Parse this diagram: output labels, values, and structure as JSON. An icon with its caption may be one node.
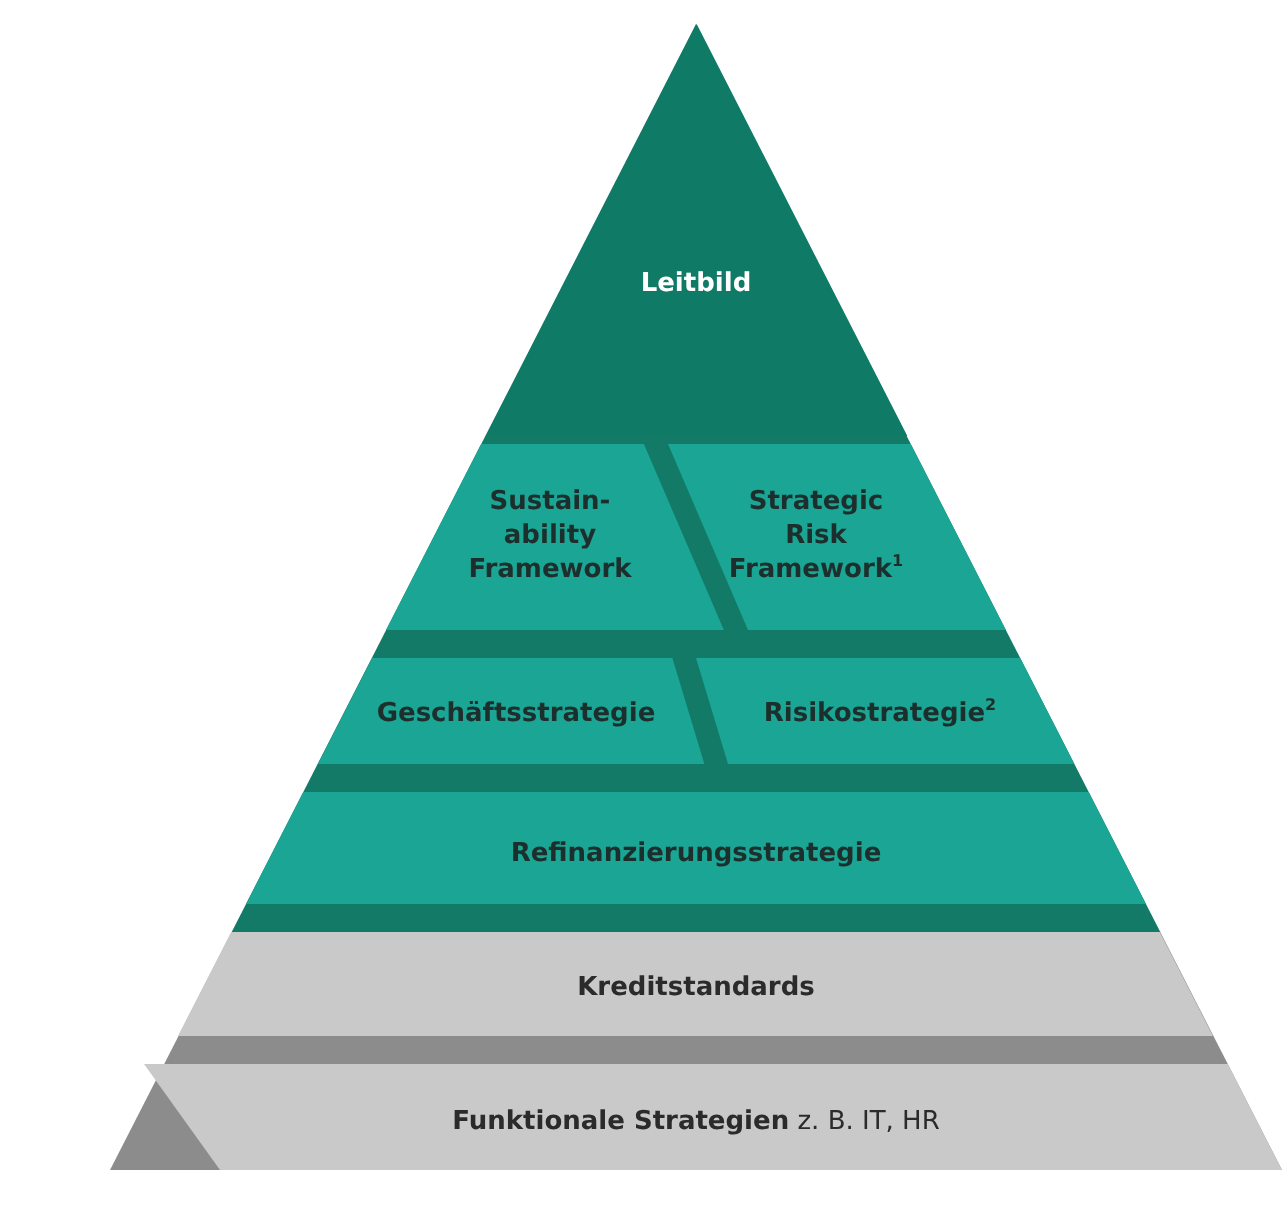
{
  "diagram": {
    "nodes": [
      {
        "text": [
          "Leitbild"
        ]
      },
      {
        "text": [
          "Sustain- ability Framework"
        ]
      },
      {
        "text": [
          "Strategic Risk Framework$^{1}$"
        ]
      },
      {
        "text": [
          "Geschäftsstrategie"
        ]
      },
      {
        "text": [
          "Risikostrategie$^{2}$"
        ]
      },
      {
        "text": [
          "Refinanzierungsstrategie"
        ]
      },
      {
        "text": [
          "Kreditstandards"
        ]
      },
      {
        "text": [
          "**Funktionale Strategien** z. B. IT, HR"
        ]
      }
    ]
  }
}
